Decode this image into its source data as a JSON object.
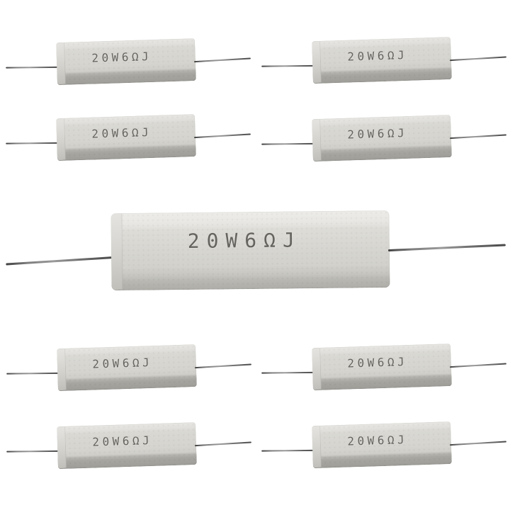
{
  "photo": {
    "background_color": "#ffffff",
    "colors": {
      "background": "#ffffff",
      "ceramic_top": "#e8e7e3",
      "ceramic_face": "#d5d4cf",
      "ceramic_shadow": "#a7a6a1",
      "wire": "#6e6e6e",
      "marking": "#56544f"
    },
    "resistors": [
      {
        "position": "row-1-left",
        "size": "small",
        "label": "20W6ΩJ"
      },
      {
        "position": "row-1-right",
        "size": "small",
        "label": "20W6ΩJ"
      },
      {
        "position": "row-2-left",
        "size": "small",
        "label": "20W6ΩJ"
      },
      {
        "position": "row-2-right",
        "size": "small",
        "label": "20W6ΩJ"
      },
      {
        "position": "row-3-left",
        "size": "small",
        "label": "20W6ΩJ"
      },
      {
        "position": "row-3-right",
        "size": "small",
        "label": "20W6ΩJ"
      },
      {
        "position": "row-4-left",
        "size": "small",
        "label": "20W6ΩJ"
      },
      {
        "position": "row-4-right",
        "size": "small",
        "label": "20W6ΩJ"
      },
      {
        "position": "center",
        "size": "large",
        "label": "20W6ΩJ"
      }
    ]
  }
}
